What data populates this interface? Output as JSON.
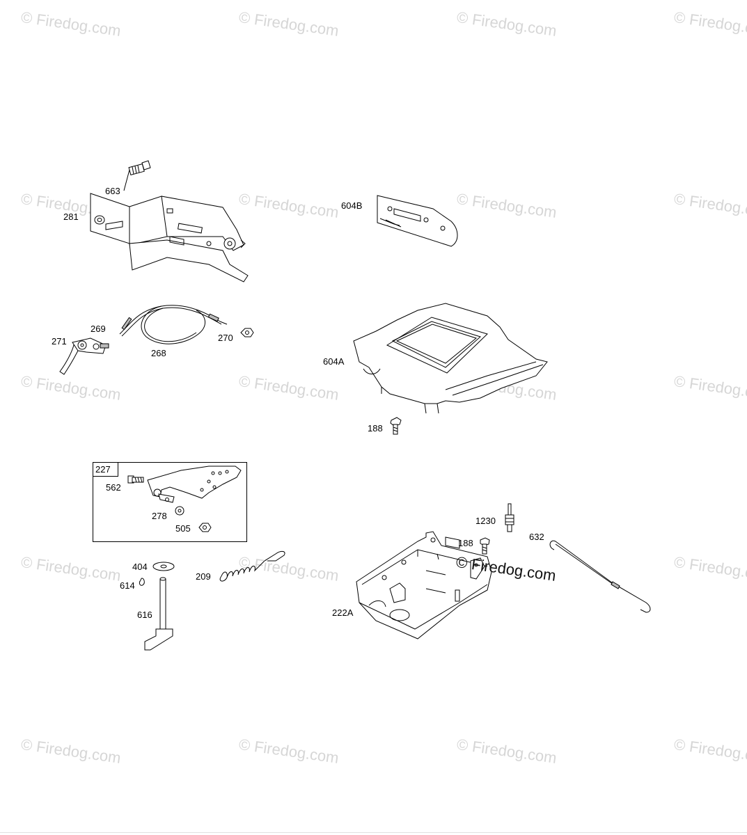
{
  "watermark": {
    "text": "© Firedog.com",
    "center_text": "© Firedog.com"
  },
  "kit": {
    "number": "227"
  },
  "parts": {
    "p663": "663",
    "p281": "281",
    "p269": "269",
    "p271": "271",
    "p268": "268",
    "p270": "270",
    "p604B": "604B",
    "p604A": "604A",
    "p188a": "188",
    "p562": "562",
    "p278": "278",
    "p505": "505",
    "p404": "404",
    "p614": "614",
    "p616": "616",
    "p209": "209",
    "p1230": "1230",
    "p188b": "188",
    "p632": "632",
    "p222A": "222A"
  }
}
